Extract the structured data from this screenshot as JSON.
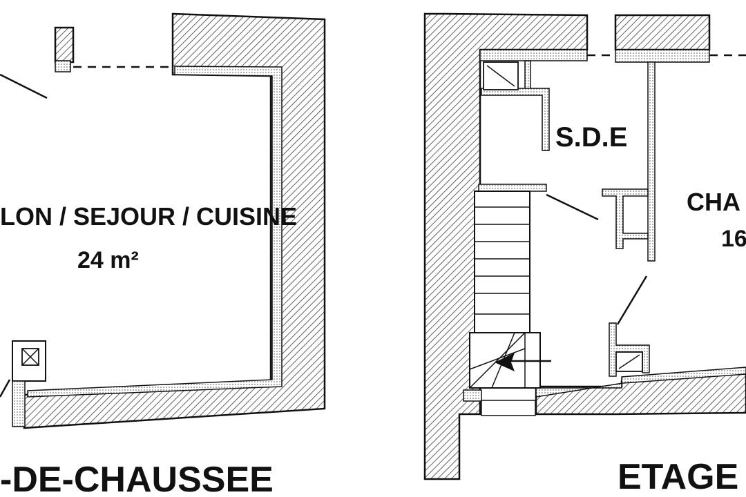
{
  "diagram": {
    "rooms": [
      {
        "id": "ground-living",
        "name": "LON / SEJOUR / CUISINE",
        "area": "24 m²"
      },
      {
        "id": "upper-bathroom",
        "name": "S.D.E"
      },
      {
        "id": "upper-bedroom",
        "name": "CHA",
        "area": "16"
      }
    ],
    "floors": [
      {
        "id": "ground",
        "label": "-DE-CHAUSSEE"
      },
      {
        "id": "upper",
        "label": "ETAGE"
      }
    ],
    "colors": {
      "wall_fill": "#ffffff",
      "wall_hatch": "#333333",
      "line": "#111111",
      "background": "#ffffff"
    }
  }
}
